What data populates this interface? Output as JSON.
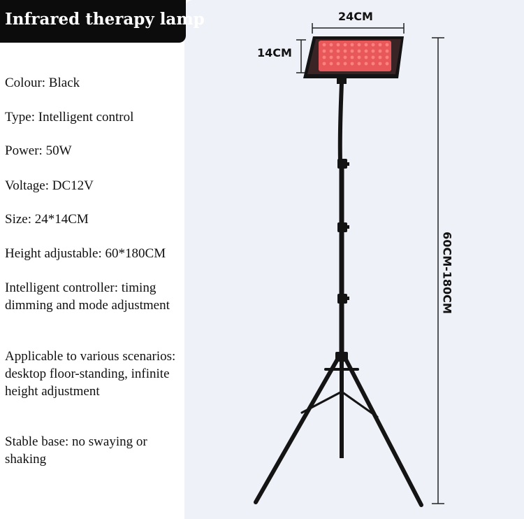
{
  "title": "Infrared therapy lamp",
  "specs": [
    "Colour: Black",
    "Type: Intelligent control",
    "Power: 50W",
    "Voltage: DC12V",
    "Size: 24*14CM",
    "Height adjustable: 60*180CM",
    "Intelligent controller: timing dimming and mode adjustment",
    "Applicable to various scenarios: desktop floor-standing, infinite height adjustment",
    "Stable base: no swaying or shaking"
  ],
  "dimensions": {
    "width_label": "24CM",
    "depth_label": "14CM",
    "height_label": "60CM-180CM"
  },
  "colors": {
    "title_bg": "#0c0c0c",
    "panel_bg": "#eef1f7",
    "led": "#e8585a",
    "stand": "#141414"
  }
}
